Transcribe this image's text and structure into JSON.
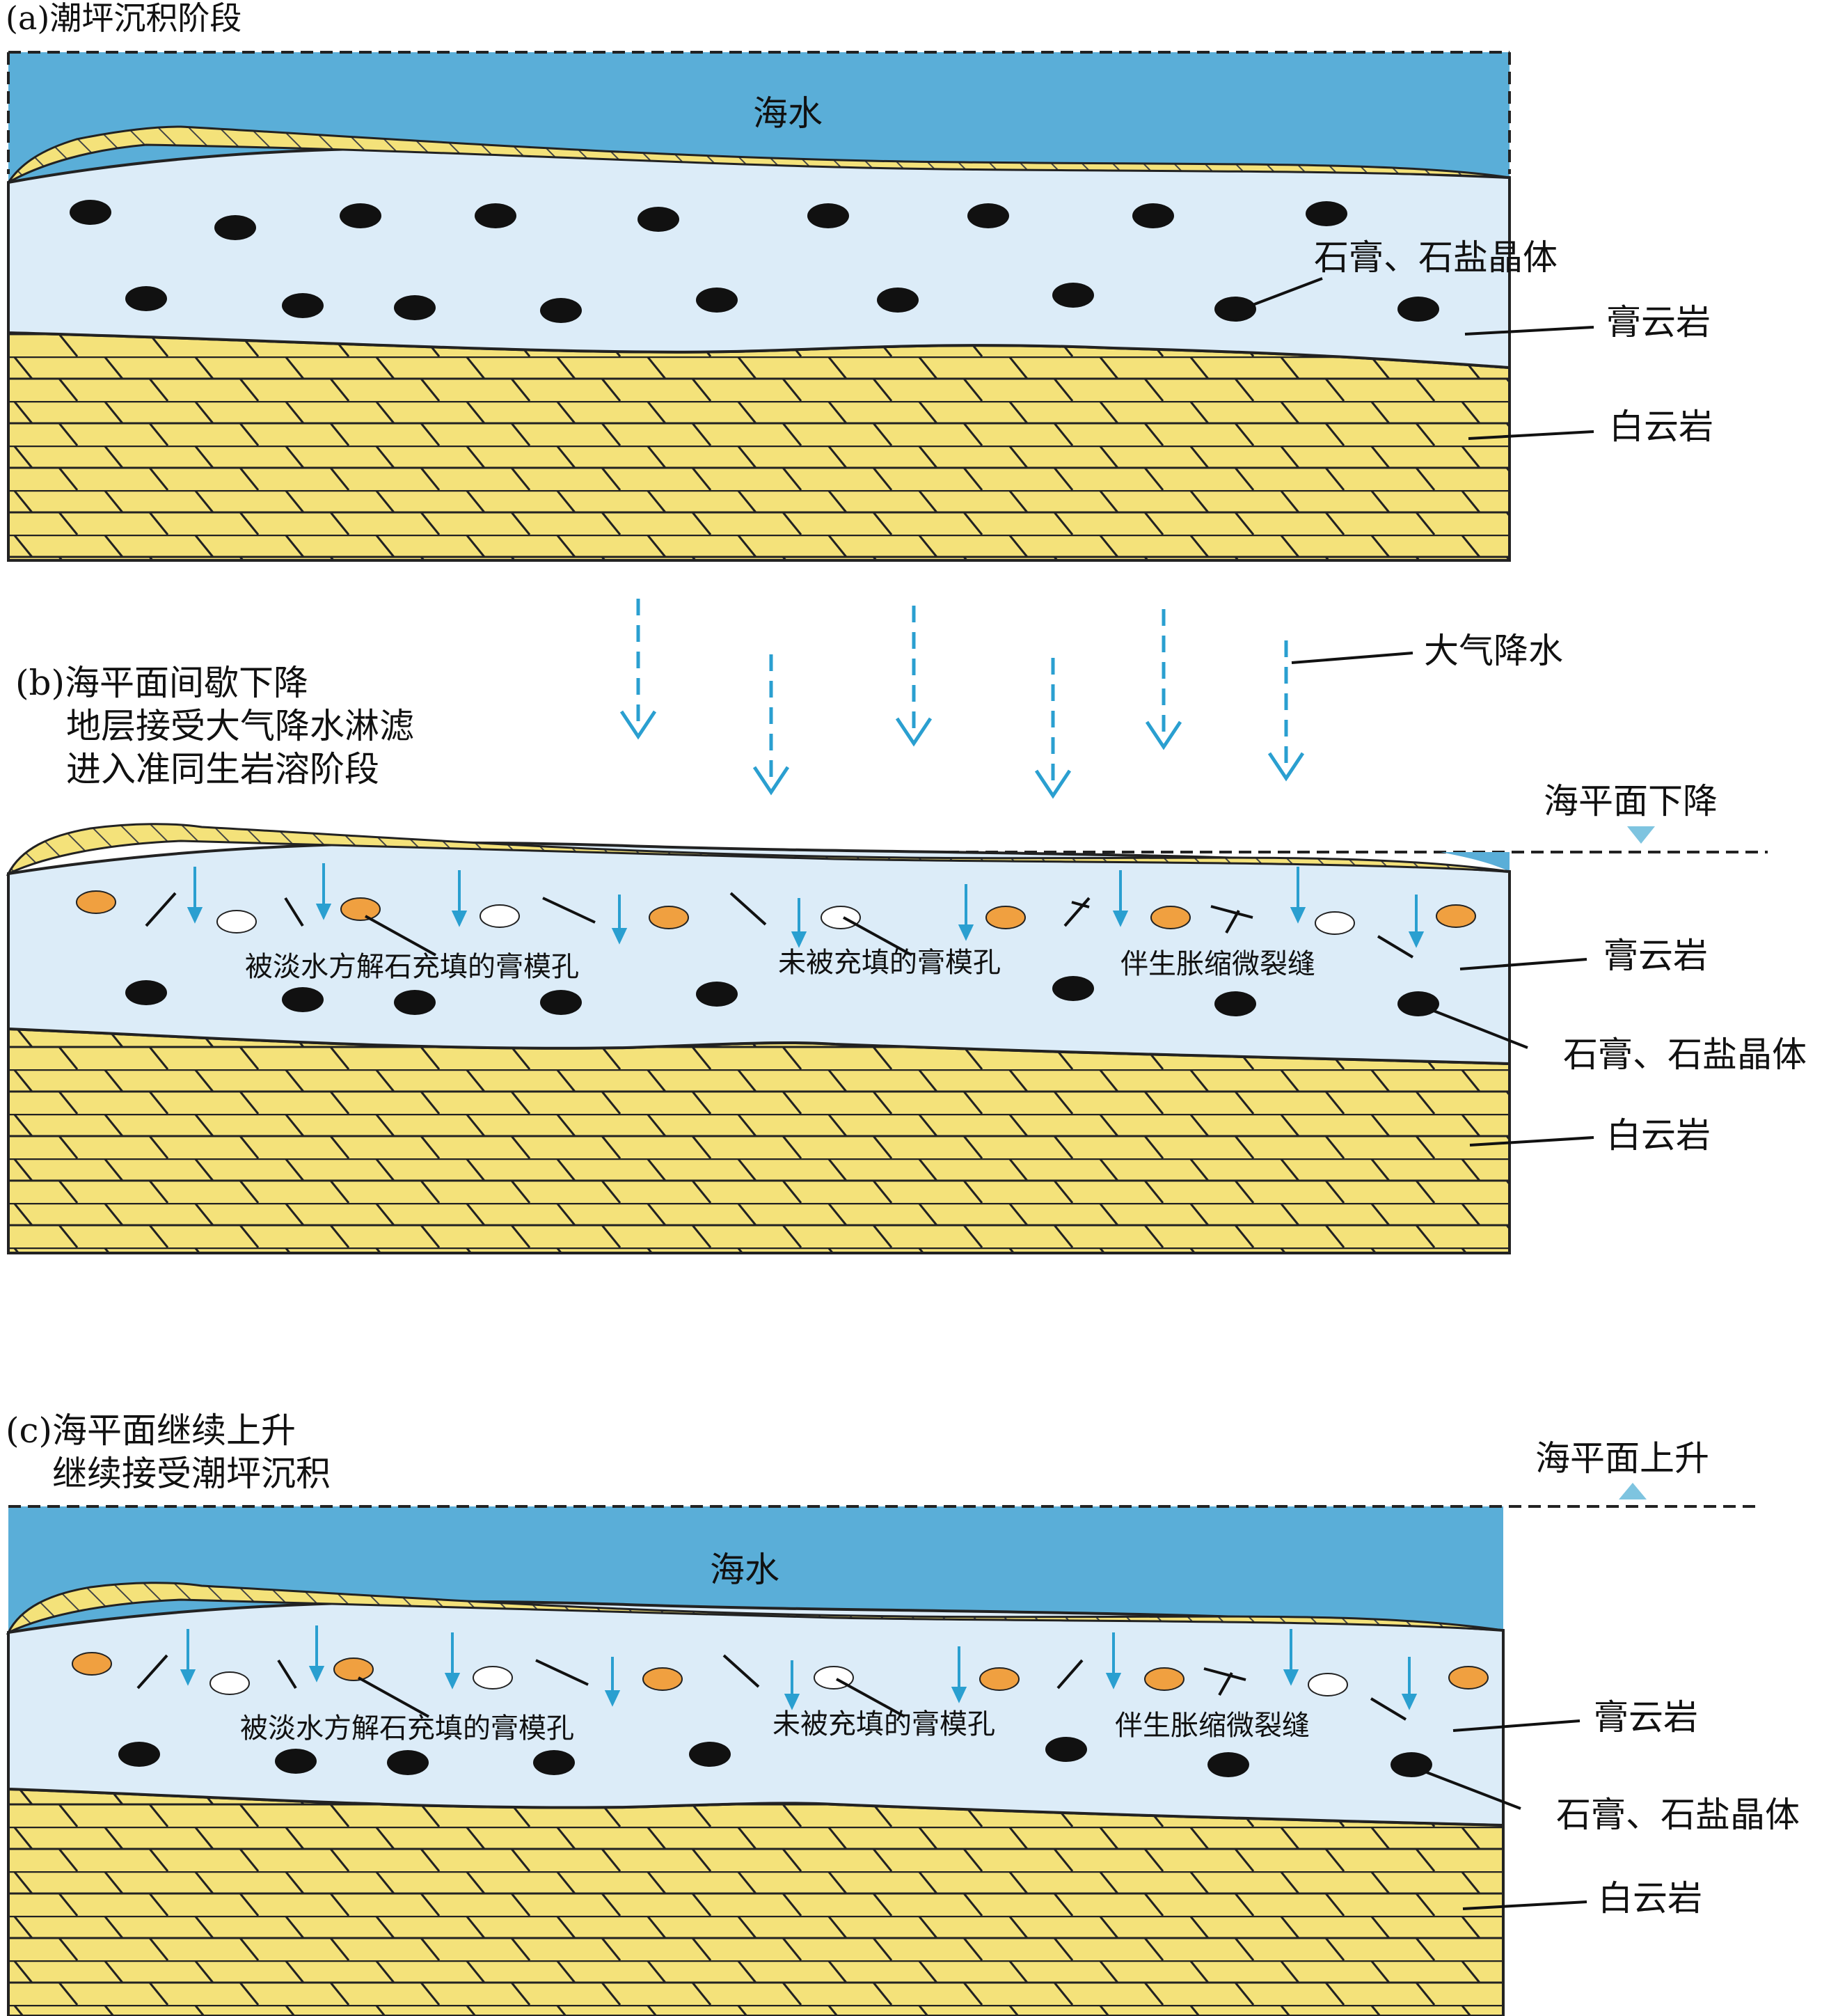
{
  "panel_a": {
    "title": "(a)潮坪沉积阶段",
    "sea_label": "海水",
    "crystal_label": "石膏、石盐晶体",
    "gao_label": "膏云岩",
    "dolo_label": "白云岩"
  },
  "panel_b": {
    "title_line1": "(b)海平面间歇下降",
    "title_line2": "地层接受大气降水淋滤",
    "title_line3": "进入准同生岩溶阶段",
    "rain_label": "大气降水",
    "sea_level_label": "海平面下降",
    "filled_pore_label": "被淡水方解石充填的膏模孔",
    "unfilled_pore_label": "未被充填的膏模孔",
    "fracture_label": "伴生胀缩微裂缝",
    "gao_label": "膏云岩",
    "crystal_label": "石膏、石盐晶体",
    "dolo_label": "白云岩"
  },
  "panel_c": {
    "title_line1": "(c)海平面继续上升",
    "title_line2": "继续接受潮坪沉积",
    "sea_level_label": "海平面上升",
    "sea_label": "海水",
    "filled_pore_label": "被淡水方解石充填的膏模孔",
    "unfilled_pore_label": "未被充填的膏模孔",
    "fracture_label": "伴生胀缩微裂缝",
    "gao_label": "膏云岩",
    "crystal_label": "石膏、石盐晶体",
    "dolo_label": "白云岩"
  },
  "colors": {
    "sea": "#5aaed8",
    "gao": "#dcecf8",
    "dolomite": "#f4e27a",
    "filled_pore": "#f0a040",
    "arrow": "#2a9fd0",
    "crystal": "#111111"
  }
}
